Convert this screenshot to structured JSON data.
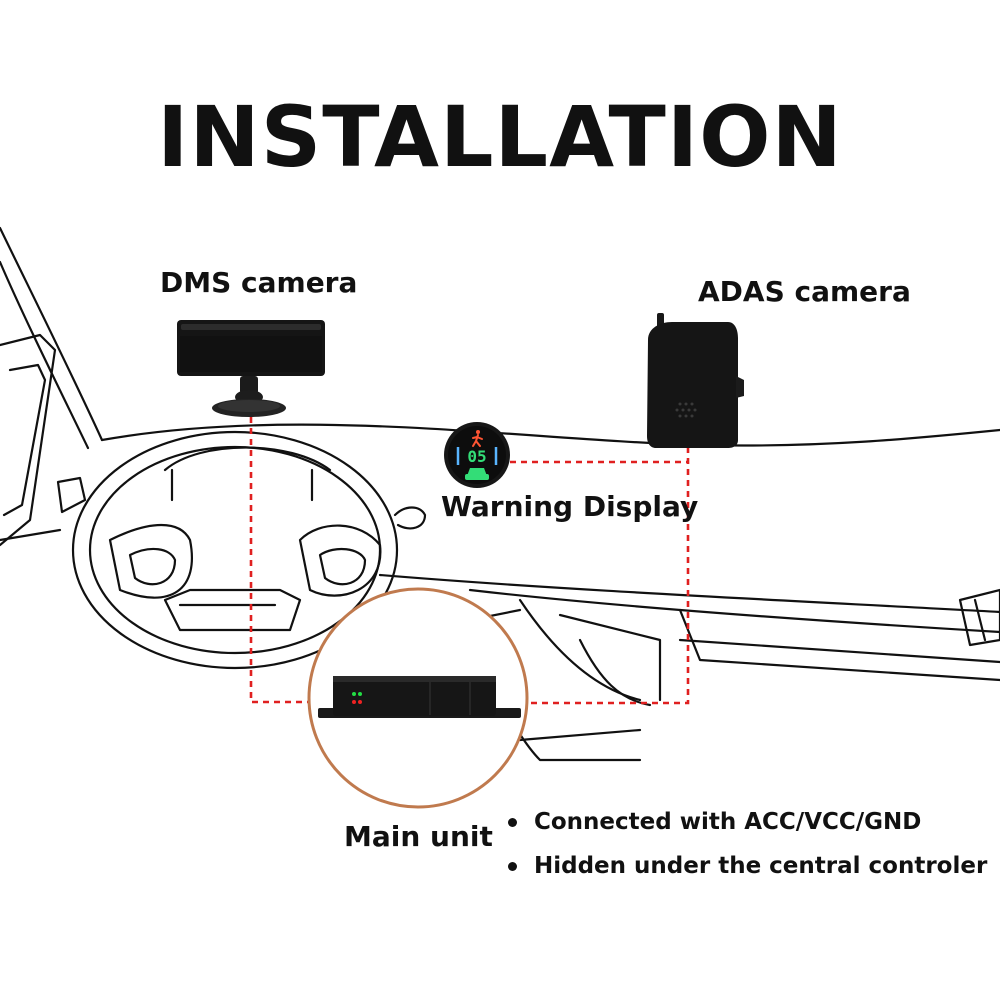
{
  "title": "INSTALLATION",
  "labels": {
    "dms_camera": "DMS camera",
    "adas_camera": "ADAS camera",
    "warning_display": "Warning Display",
    "main_unit": "Main unit"
  },
  "bullets": [
    "Connected with ACC/VCC/GND",
    "Hidden under the central controler"
  ],
  "warning_display_screen": {
    "value": "05"
  },
  "colors": {
    "wire": "#e02020",
    "ring": "#c07a4e",
    "device": "#161616",
    "display_green": "#33dd77",
    "display_blue": "#59b5ff",
    "led_green": "#22dd44",
    "led_red": "#ee2222"
  }
}
